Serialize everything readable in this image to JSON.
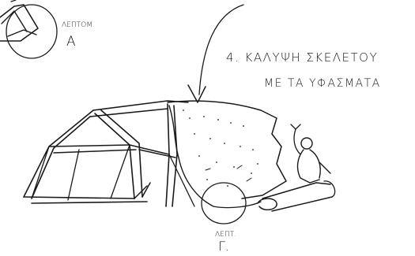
{
  "detail_a": {
    "label": "ΛΕΠΤΟΜ.",
    "letter": "Α"
  },
  "caption": {
    "line1": "4. ΚΑΛΥΨΗ ΣΚΕΛΕΤΟΥ",
    "line2": "ΜΕ ΤΑ ΥΦΑΣΜΑΤΑ"
  },
  "detail_g": {
    "label": "ΛΕΠΤ.",
    "letter": "Γ."
  },
  "colors": {
    "ink": "#1a1a1a",
    "paper": "#ffffff"
  }
}
